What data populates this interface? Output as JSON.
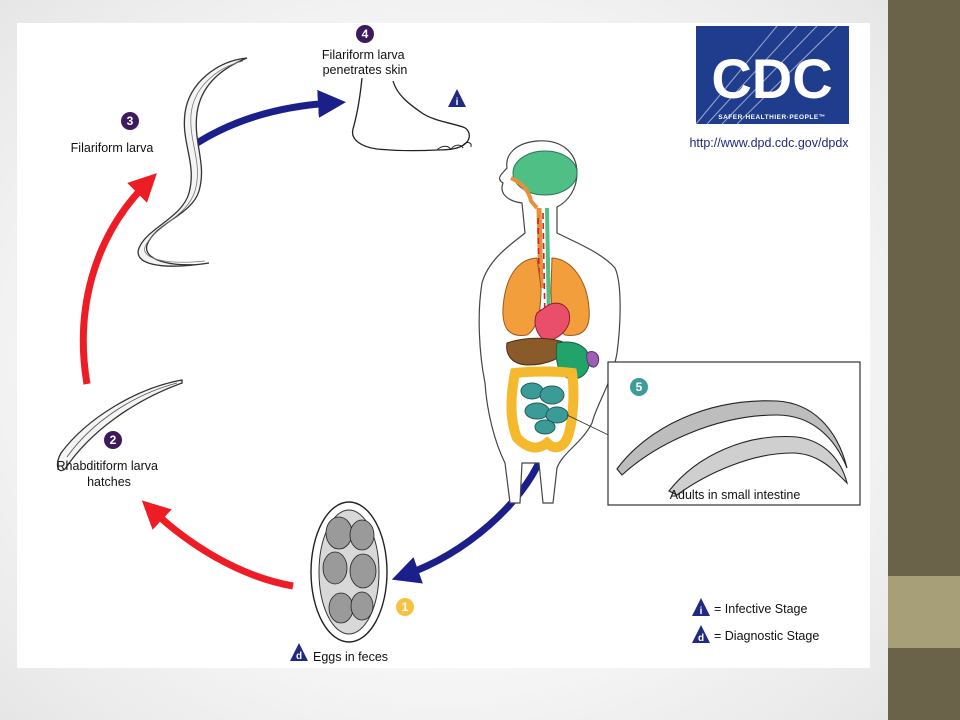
{
  "colors": {
    "band_dark": "#6b624a",
    "band_light": "#a79f77",
    "stage_badge": "#3d1a5e",
    "adult_badge": "#3e9b9b",
    "egg_badge": "#f5c242",
    "arrow_red": "#ee1c24",
    "arrow_blue": "#1a1f8a",
    "cdc_blue": "#1f3d8c",
    "triangle": "#1f2a80"
  },
  "logo": {
    "text": "CDC",
    "tagline": "SAFER·HEALTHIER·PEOPLE™",
    "url": "http://www.dpd.cdc.gov/dpdx"
  },
  "stages": [
    {
      "num": "1",
      "label": "Eggs in feces",
      "badge": "egg_badge"
    },
    {
      "num": "2",
      "label_lines": [
        "Rhabditiform larva",
        "hatches"
      ]
    },
    {
      "num": "3",
      "label": "Filariform larva"
    },
    {
      "num": "4",
      "label_lines": [
        "Filariform larva",
        "penetrates skin"
      ]
    },
    {
      "num": "5",
      "label": "Adults in small intestine"
    }
  ],
  "markers": {
    "infective": "i",
    "diagnostic": "d"
  },
  "legend": [
    {
      "letter": "i",
      "text": "= Infective Stage"
    },
    {
      "letter": "d",
      "text": "= Diagnostic Stage"
    }
  ]
}
